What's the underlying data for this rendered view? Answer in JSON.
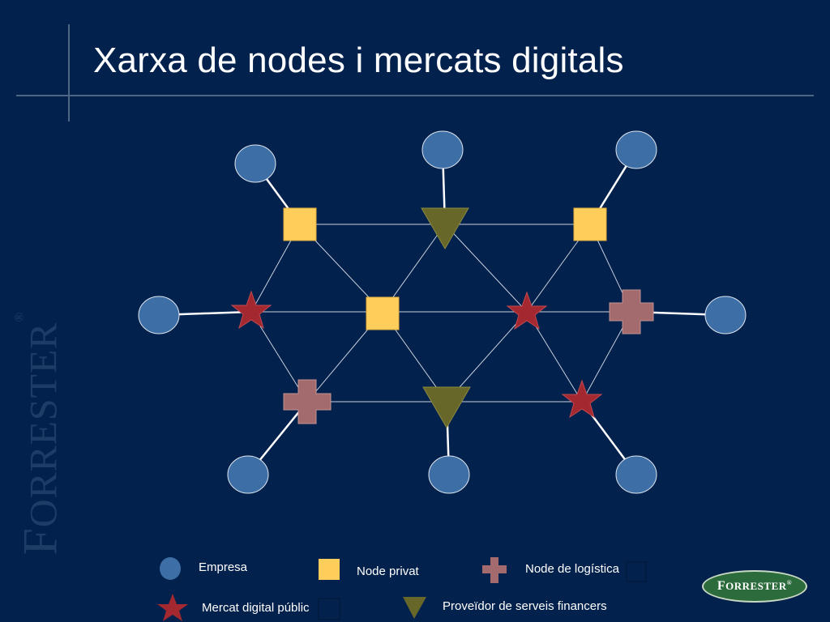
{
  "slide": {
    "title": "Xarxa de nodes i mercats digitals"
  },
  "brand": {
    "vertical_initial": "F",
    "vertical_rest": "ORRESTER",
    "registered": "®",
    "logo_initial": "F",
    "logo_rest": "ORRESTER",
    "logo_registered": "®"
  },
  "legend": {
    "empresa": "Empresa",
    "node_privat": "Node privat",
    "node_logistica": "Node de logística",
    "mercat_digital": "Mercat digital públic",
    "proveidor": "Proveïdor de serveis financers"
  },
  "colors": {
    "background": "#03214d",
    "empresa": "#3d6fa6",
    "node_privat": "#fecd5a",
    "node_logistica": "#a36b6d",
    "mercat_digital": "#a3282f",
    "proveidor": "#68672a",
    "link_white": "#ffffff",
    "link_thin": "#c8d0dc"
  },
  "icons": {
    "empresa": "circle",
    "node_privat": "square",
    "node_logistica": "plus",
    "mercat_digital": "star",
    "proveidor": "triangle-down"
  }
}
